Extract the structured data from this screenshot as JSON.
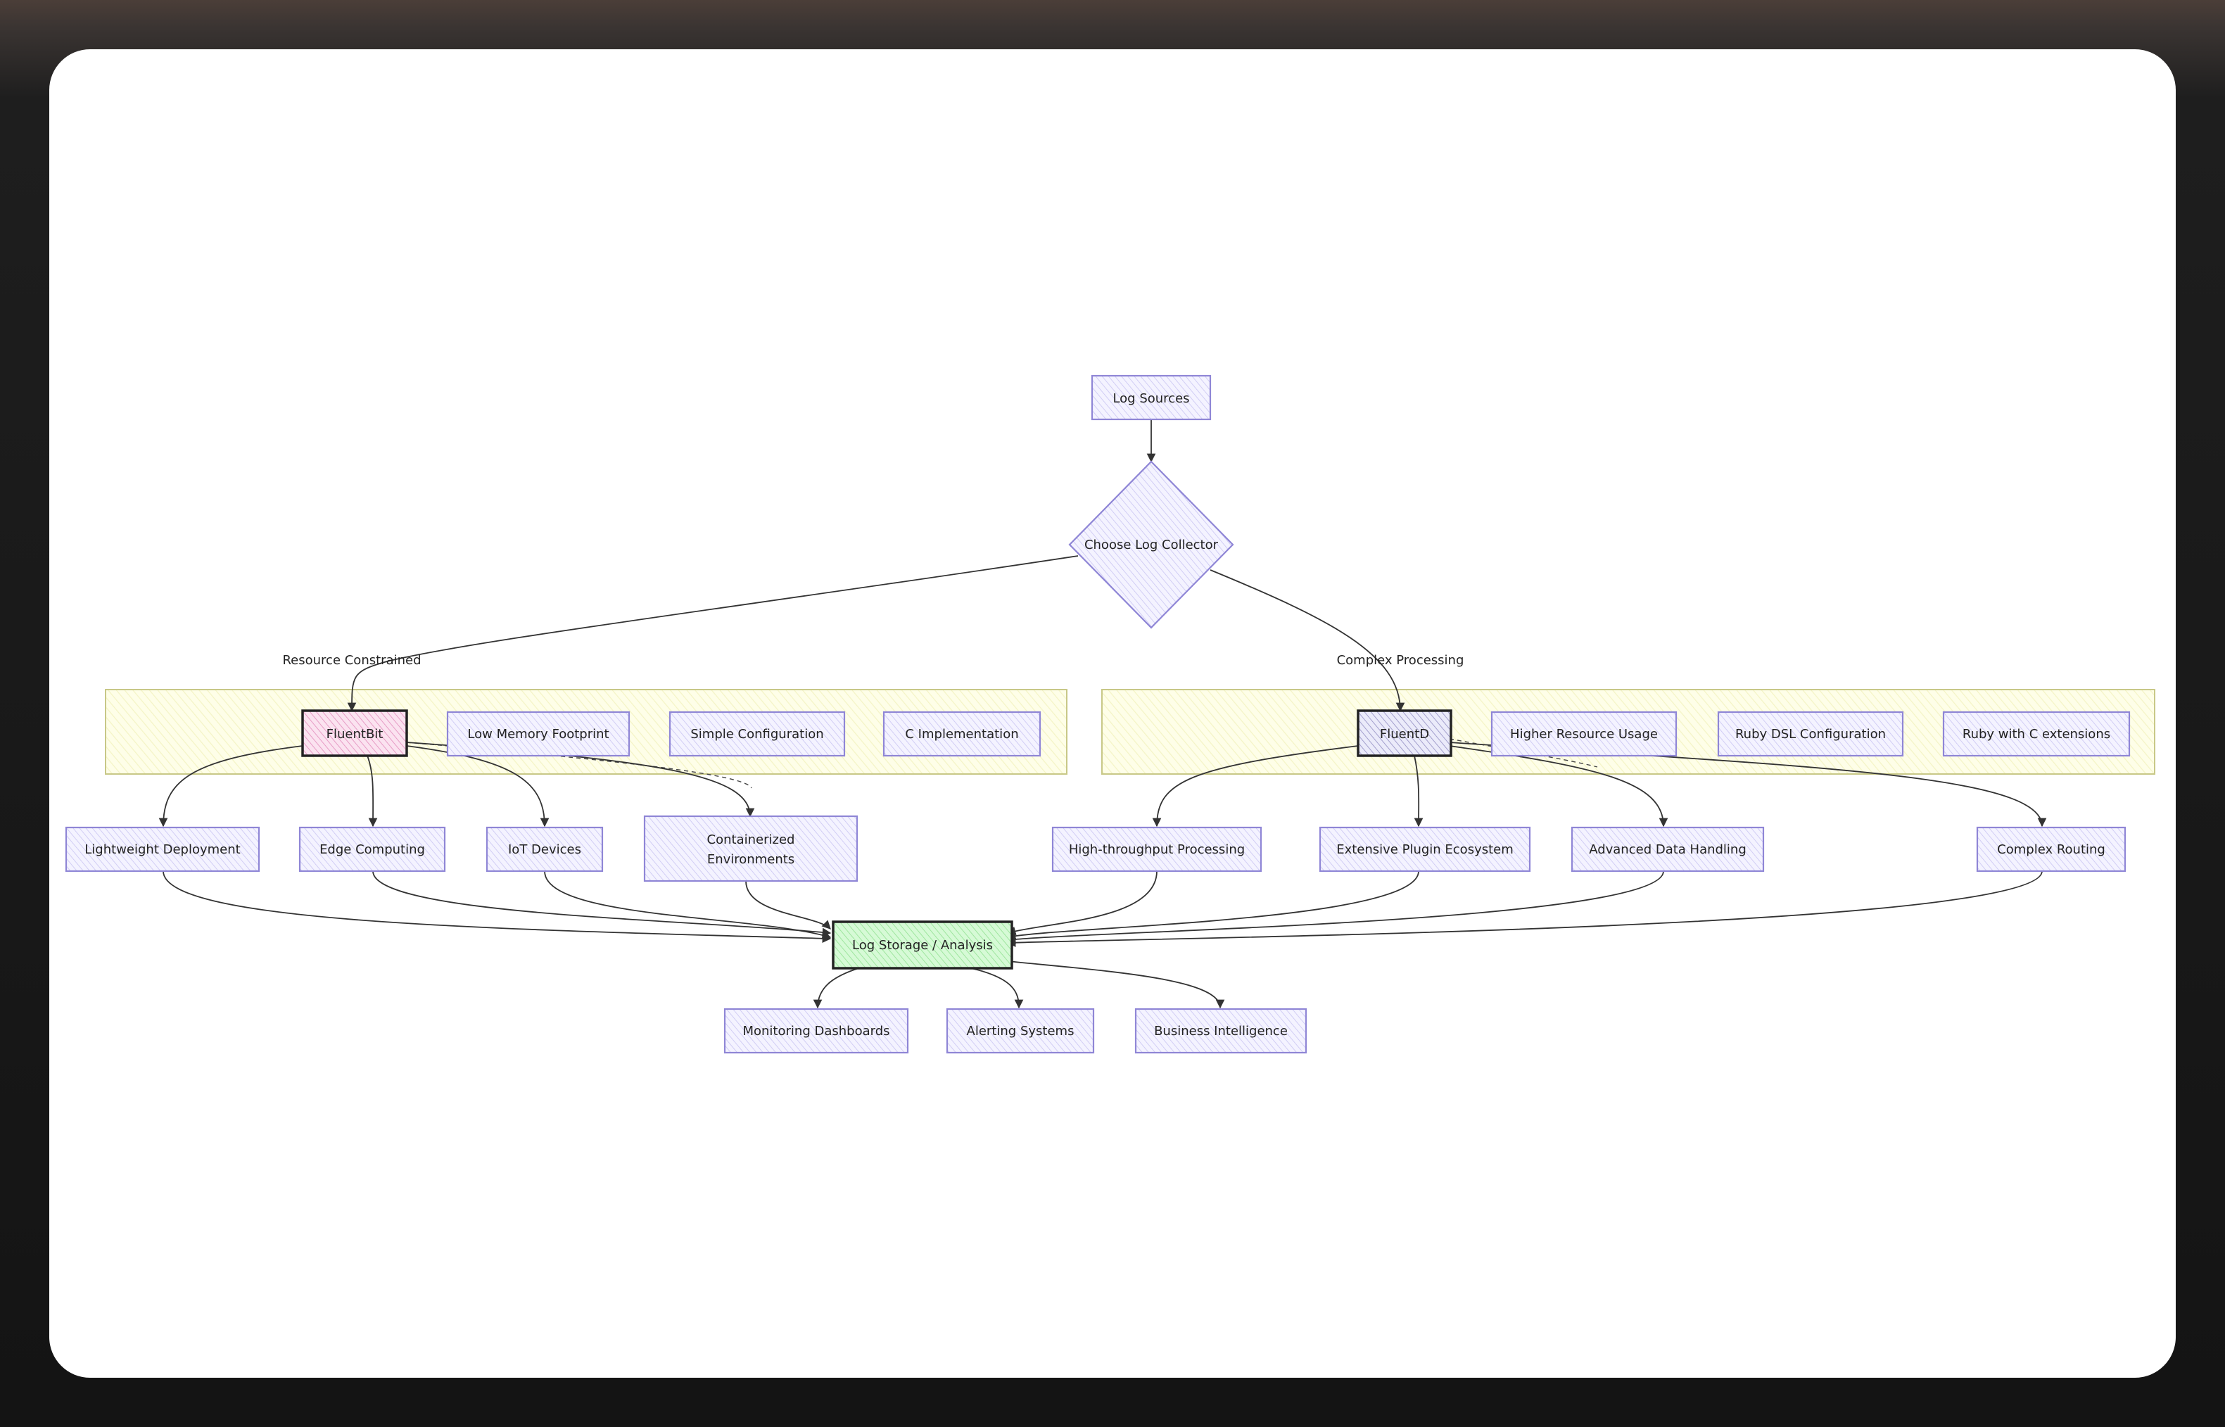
{
  "diagram": {
    "nodes": {
      "log_sources": "Log Sources",
      "choose": "Choose Log Collector",
      "fluentbit": "FluentBit",
      "fb_mem": "Low Memory Footprint",
      "fb_cfg": "Simple Configuration",
      "fb_impl": "C Implementation",
      "fluentd": "FluentD",
      "fd_res": "Higher Resource Usage",
      "fd_cfg": "Ruby DSL Configuration",
      "fd_impl": "Ruby with C extensions",
      "lightweight": "Lightweight Deployment",
      "edge": "Edge Computing",
      "iot": "IoT Devices",
      "containerized_1": "Containerized",
      "containerized_2": "Environments",
      "high_throughput": "High-throughput Processing",
      "plugins": "Extensive Plugin Ecosystem",
      "advanced": "Advanced Data Handling",
      "routing": "Complex Routing",
      "storage": "Log Storage / Analysis",
      "monitoring": "Monitoring Dashboards",
      "alerting": "Alerting Systems",
      "bi": "Business Intelligence"
    },
    "edge_labels": {
      "resource_constrained": "Resource Constrained",
      "complex_processing": "Complex Processing"
    },
    "colors": {
      "node_fill": "#ececff",
      "node_stroke": "#9370db",
      "fluentbit_fill": "#f6c6e0",
      "fluentd_fill": "#dcdcf5",
      "storage_fill": "#c4f7c4",
      "cluster_fill": "#ffffde",
      "cluster_stroke": "#aaaa33"
    }
  }
}
